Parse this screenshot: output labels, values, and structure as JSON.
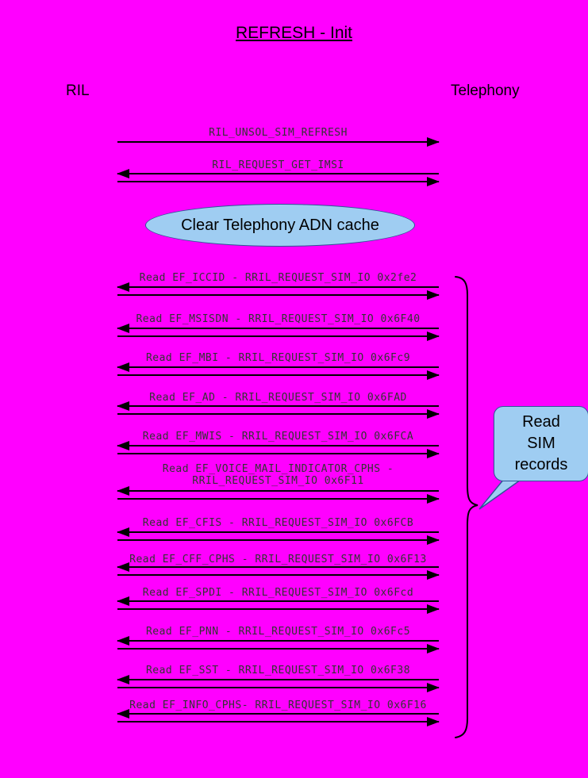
{
  "title": "REFRESH - Init",
  "participants": {
    "left": "RIL",
    "right": "Telephony"
  },
  "note": "Clear Telephony ADN cache",
  "messages": [
    {
      "label": "RIL_UNSOL_SIM_REFRESH",
      "kind": "single-right"
    },
    {
      "label": "RIL_REQUEST_GET_IMSI",
      "kind": "request-response"
    }
  ],
  "sim_reads": [
    {
      "label": "Read EF_ICCID - RRIL_REQUEST_SIM_IO 0x2fe2"
    },
    {
      "label": "Read EF_MSISDN - RRIL_REQUEST_SIM_IO 0x6F40"
    },
    {
      "label": "Read EF_MBI - RRIL_REQUEST_SIM_IO 0x6Fc9"
    },
    {
      "label": "Read EF_AD - RRIL_REQUEST_SIM_IO 0x6FAD"
    },
    {
      "label": "Read EF_MWIS - RRIL_REQUEST_SIM_IO 0x6FCA"
    },
    {
      "label": "Read EF_VOICE_MAIL_INDICATOR_CPHS -\nRRIL_REQUEST_SIM_IO 0x6F11"
    },
    {
      "label": "Read EF_CFIS - RRIL_REQUEST_SIM_IO 0x6FCB"
    },
    {
      "label": "Read EF_CFF_CPHS - RRIL_REQUEST_SIM_IO 0x6F13"
    },
    {
      "label": "Read EF_SPDI - RRIL_REQUEST_SIM_IO 0x6Fcd"
    },
    {
      "label": "Read EF_PNN - RRIL_REQUEST_SIM_IO 0x6Fc5"
    },
    {
      "label": "Read EF_SST - RRIL_REQUEST_SIM_IO 0x6F38"
    },
    {
      "label": "Read EF_INFO_CPHS- RRIL_REQUEST_SIM_IO 0x6F16"
    }
  ],
  "callout": {
    "lines": [
      "Read",
      "SIM",
      "records"
    ]
  },
  "colors": {
    "background": "#FF00FF",
    "bubble_fill": "#9FCDF2",
    "bubble_border": "#2F5597",
    "line_color": "#000000",
    "label_color": "#333333"
  }
}
